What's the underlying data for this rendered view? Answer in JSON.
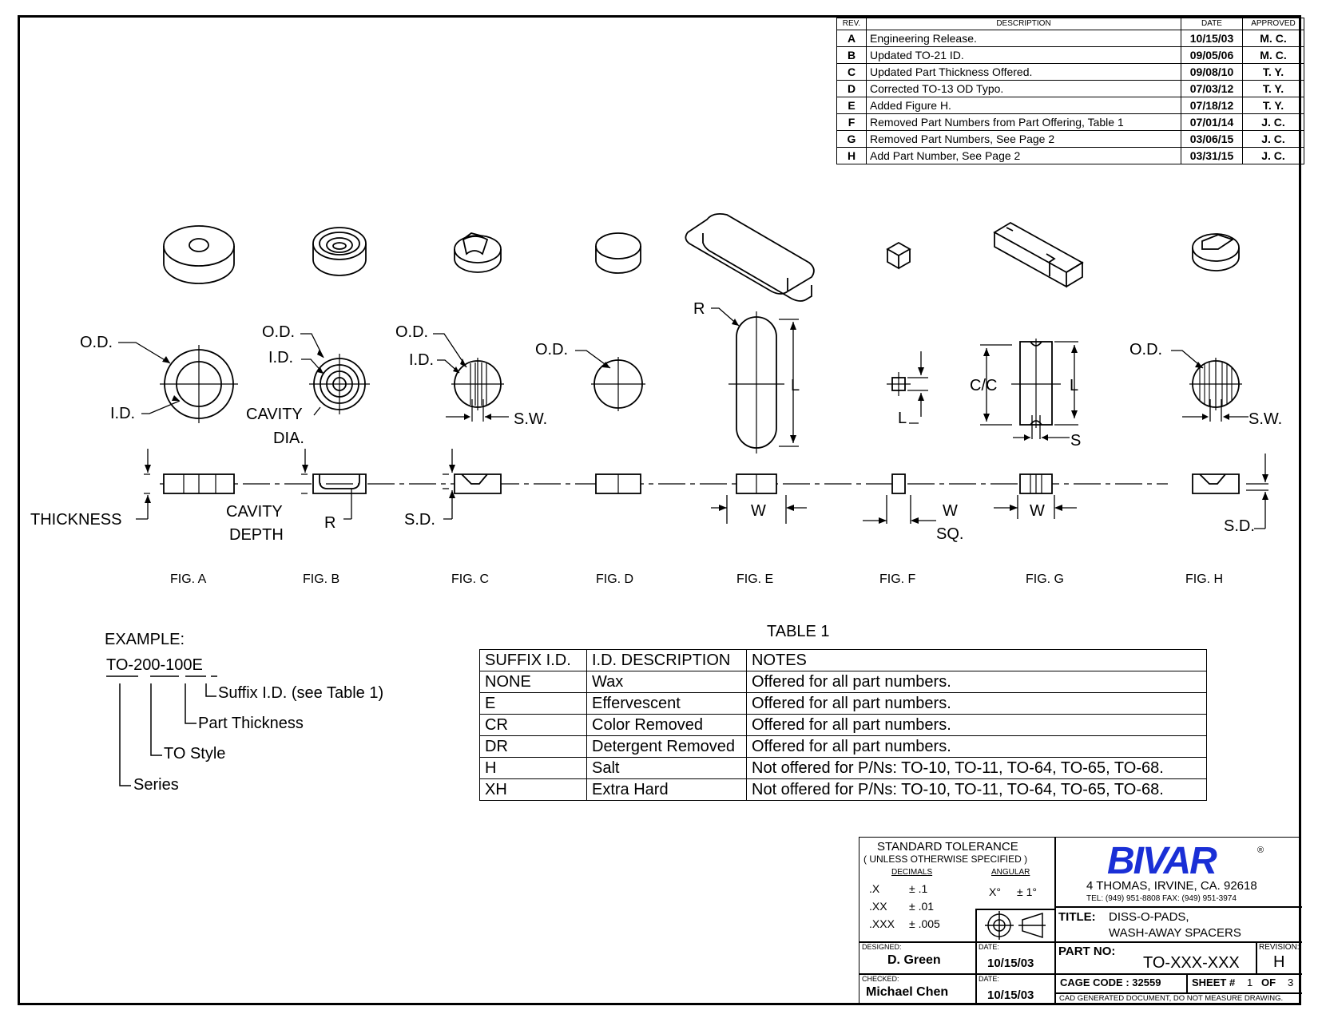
{
  "revisions": {
    "headers": [
      "REV.",
      "DESCRIPTION",
      "DATE",
      "APPROVED"
    ],
    "rows": [
      {
        "rev": "A",
        "desc": "Engineering Release.",
        "date": "10/15/03",
        "approved": "M. C."
      },
      {
        "rev": "B",
        "desc": "Updated TO-21 ID.",
        "date": "09/05/06",
        "approved": "M. C."
      },
      {
        "rev": "C",
        "desc": "Updated Part Thickness Offered.",
        "date": "09/08/10",
        "approved": "T. Y."
      },
      {
        "rev": "D",
        "desc": "Corrected TO-13 OD Typo.",
        "date": "07/03/12",
        "approved": "T. Y."
      },
      {
        "rev": "E",
        "desc": "Added Figure H.",
        "date": "07/18/12",
        "approved": "T. Y."
      },
      {
        "rev": "F",
        "desc": "Removed Part Numbers from Part Offering, Table 1",
        "date": "07/01/14",
        "approved": "J. C."
      },
      {
        "rev": "G",
        "desc": "Removed Part Numbers, See Page 2",
        "date": "03/06/15",
        "approved": "J. C."
      },
      {
        "rev": "H",
        "desc": "Add Part Number, See Page 2",
        "date": "03/31/15",
        "approved": "J. C."
      }
    ]
  },
  "labels": {
    "od": "O.D.",
    "id": "I.D.",
    "cavity": "CAVITY",
    "dia": "DIA.",
    "sw": "S.W.",
    "r": "R",
    "l": "L",
    "cc": "C/C",
    "s": "S",
    "w": "W",
    "sq": "SQ.",
    "thickness": "THICKNESS",
    "cavity_depth_1": "CAVITY",
    "cavity_depth_2": "DEPTH",
    "sd": "S.D."
  },
  "figures": [
    "FIG. A",
    "FIG. B",
    "FIG. C",
    "FIG. D",
    "FIG. E",
    "FIG. F",
    "FIG. G",
    "FIG. H"
  ],
  "example": {
    "title": "EXAMPLE:",
    "part": "TO-200-100E",
    "suffix": "Suffix I.D. (see Table 1)",
    "thickness": "Part Thickness",
    "style": "TO Style",
    "series": "Series"
  },
  "table1": {
    "title": "TABLE 1",
    "headers": [
      "SUFFIX I.D.",
      "I.D. DESCRIPTION",
      "NOTES"
    ],
    "rows": [
      [
        "NONE",
        "Wax",
        "Offered for all part numbers."
      ],
      [
        "E",
        "Effervescent",
        "Offered for all part numbers."
      ],
      [
        "CR",
        "Color Removed",
        "Offered for all part numbers."
      ],
      [
        "DR",
        "Detergent Removed",
        "Offered for all part numbers."
      ],
      [
        "H",
        "Salt",
        "Not offered for P/Ns: TO-10, TO-11, TO-64, TO-65, TO-68."
      ],
      [
        "XH",
        "Extra Hard",
        "Not offered for P/Ns: TO-10, TO-11, TO-64, TO-65, TO-68."
      ]
    ]
  },
  "titleblock": {
    "tol_title": "STANDARD TOLERANCE",
    "tol_sub": "( UNLESS OTHERWISE SPECIFIED )",
    "decimals": "DECIMALS",
    "angular": "ANGULAR",
    "dec_rows": [
      [
        ".X",
        "± .1"
      ],
      [
        ".XX",
        "± .01"
      ],
      [
        ".XXX",
        "± .005"
      ]
    ],
    "ang_x": "X°",
    "ang_val": "± 1°",
    "logo": "BIVAR",
    "reg": "®",
    "address": "4  THOMAS, IRVINE, CA. 92618",
    "phone": "TEL: (949) 951-8808      FAX: (949) 951-3974",
    "title_label": "TITLE:",
    "title_1": "DISS-O-PADS,",
    "title_2": "WASH-AWAY SPACERS",
    "designed_label": "DESIGNED:",
    "designed": "D. Green",
    "date_label": "DATE:",
    "designed_date": "10/15/03",
    "checked_label": "CHECKED:",
    "checked": "Michael Chen",
    "checked_date": "10/15/03",
    "partno_label": "PART NO:",
    "partno": "TO-XXX-XXX",
    "revision_label": "REVISION:",
    "revision": "H",
    "cage": "CAGE CODE :  32559",
    "sheet_label": "SHEET #",
    "sheet": "1",
    "of_label": "OF",
    "sheets": "3",
    "footer": "CAD GENERATED DOCUMENT, DO NOT MEASURE DRAWING."
  },
  "colors": {
    "logo": "#1a2fd6"
  }
}
